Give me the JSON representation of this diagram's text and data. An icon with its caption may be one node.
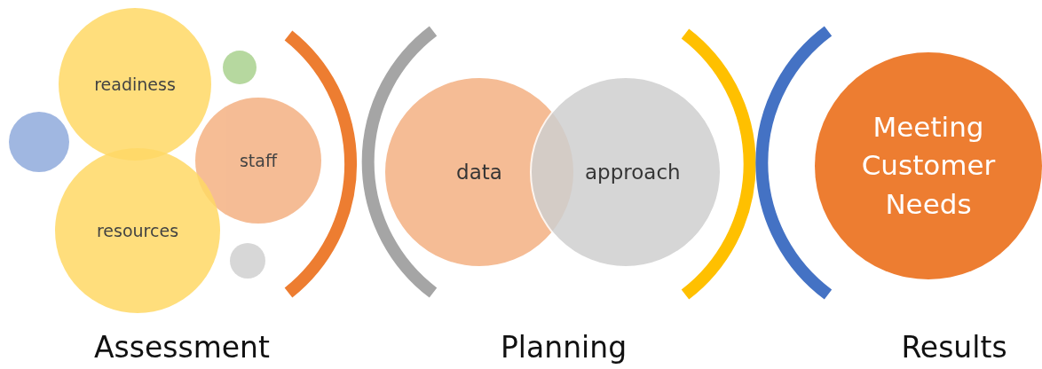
{
  "diagram": {
    "nodes": [
      {
        "text": [
          "readiness"
        ]
      },
      {
        "text": [],
        "shape": "circle"
      },
      {
        "text": [],
        "shape": "circle"
      },
      {
        "text": [
          "staff"
        ]
      },
      {
        "text": [
          "resources"
        ]
      },
      {
        "text": [],
        "shape": "circle"
      },
      {
        "text": [
          "data"
        ]
      },
      {
        "text": [
          "approach"
        ]
      },
      {
        "text": [
          "Meeting Customer Needs"
        ]
      }
    ],
    "labels": [
      "Assessment",
      "Planning",
      "Results"
    ]
  }
}
